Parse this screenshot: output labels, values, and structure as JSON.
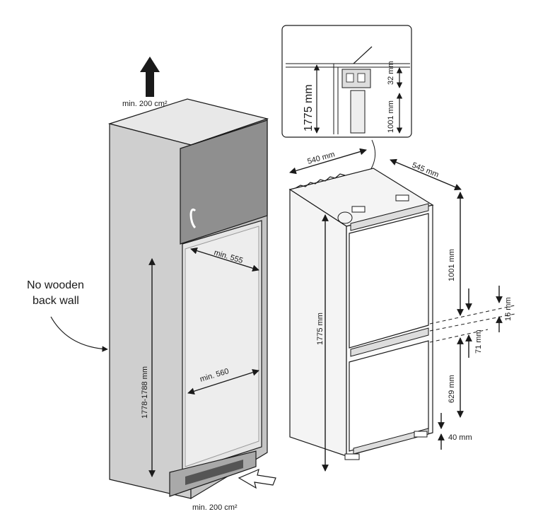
{
  "cabinet": {
    "ventilation_top": "min. 200 cm²",
    "ventilation_bottom": "min. 200 cm²",
    "back_wall_note_line1": "No wooden",
    "back_wall_note_line2": "back wall",
    "width_top": "min. 555",
    "width_bottom": "min. 560",
    "niche_height": "1778-1788 mm"
  },
  "appliance": {
    "width": "540 mm",
    "depth": "545 mm",
    "height": "1775 mm",
    "upper_section": "1001 mm",
    "gap": "16 mm",
    "middle": "71 mm",
    "lower_section": "629 mm",
    "base": "40 mm"
  },
  "detail": {
    "height": "1775 mm",
    "upper": "1001 mm",
    "offset": "32 mm"
  },
  "colors": {
    "line": "#1a1a1a",
    "cabinet_side": "#cfcfcf",
    "cabinet_front": "#b9b9b9",
    "door": "#8f8f8f",
    "niche": "#e4e4e4",
    "appliance": "#f4f4f4"
  }
}
